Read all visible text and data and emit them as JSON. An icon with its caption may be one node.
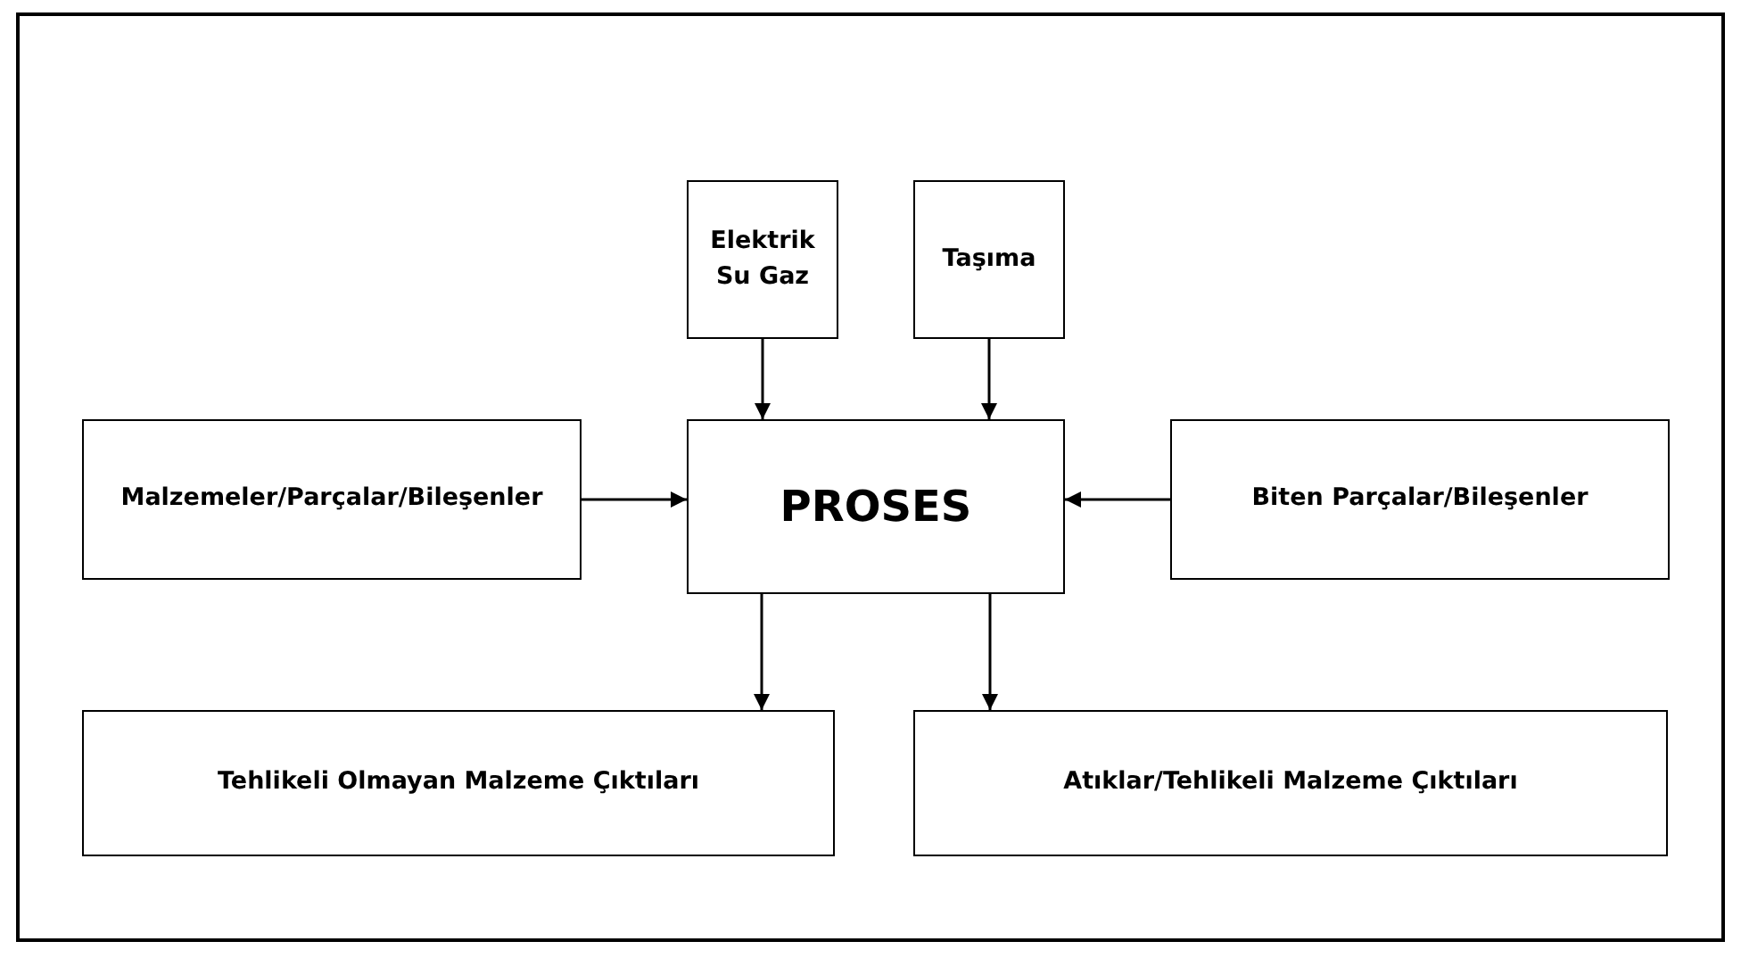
{
  "diagram": {
    "nodes": [
      {
        "text": [
          "Elektrik Su Gaz"
        ]
      },
      {
        "text": [
          "Taşıma"
        ]
      },
      {
        "text": [
          "Malzemeler/Parçalar/Bileşenler"
        ]
      },
      {
        "text": [
          "PROSES"
        ]
      },
      {
        "text": [
          "Biten Parçalar/Bileşenler"
        ]
      },
      {
        "text": [
          "Tehlikeli Olmayan Malzeme Çıktıları"
        ]
      },
      {
        "text": [
          "Atıklar/Tehlikeli Malzeme Çıktıları"
        ]
      }
    ],
    "edges": [
      {
        "from": 0,
        "to": 3,
        "arrow": "to"
      },
      {
        "from": 1,
        "to": 3,
        "arrow": "to"
      },
      {
        "from": 2,
        "to": 3,
        "arrow": "to"
      },
      {
        "from": 4,
        "to": 3,
        "arrow": "to"
      },
      {
        "from": 3,
        "to": 5,
        "arrow": "to"
      },
      {
        "from": 3,
        "to": 6,
        "arrow": "to"
      }
    ]
  }
}
